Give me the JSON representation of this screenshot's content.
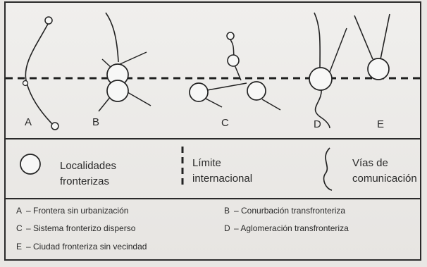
{
  "diagram": {
    "panel_labels": [
      "A",
      "B",
      "C",
      "D",
      "E"
    ],
    "legend": {
      "localities": [
        "Localidades",
        "fronterizas"
      ],
      "border": [
        "Límite",
        "internacional"
      ],
      "roads": [
        "Vías de",
        "comunicación"
      ]
    },
    "types": [
      {
        "letter": "A",
        "text": "– Frontera sin urbanización"
      },
      {
        "letter": "B",
        "text": "– Conurbación transfronteriza"
      },
      {
        "letter": "C",
        "text": "– Sistema fronterizo disperso"
      },
      {
        "letter": "D",
        "text": "– Aglomeración transfronteriza"
      },
      {
        "letter": "E",
        "text": "– Ciudad fronteriza sin vecindad"
      }
    ],
    "colors": {
      "line": "#222222",
      "background": "#ebe9e6"
    }
  }
}
